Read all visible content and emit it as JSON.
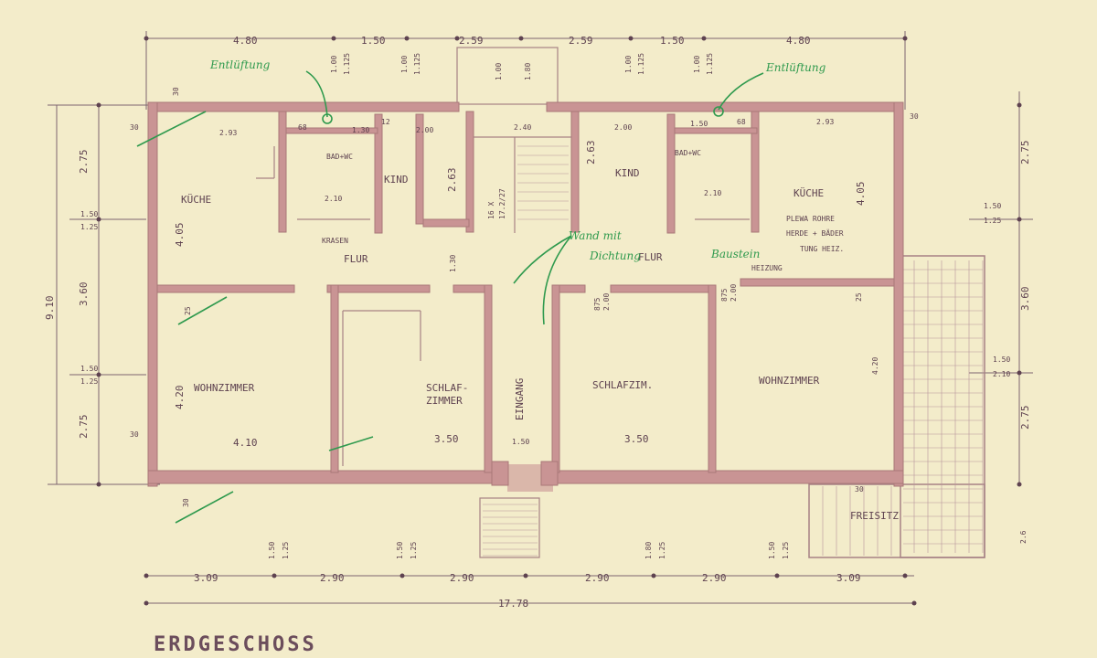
{
  "title": "ERDGESCHOSS",
  "rooms": {
    "kueche_left": "KÜCHE",
    "bad_left": "BAD+WC",
    "kind_left": "KIND",
    "kind_right": "KIND",
    "bad_right": "BAD+WC",
    "kueche_right": "KÜCHE",
    "flur_left": "FLUR",
    "flur_right": "FLUR",
    "wohn_left": "WOHNZIMMER",
    "schlaf_left_1": "SCHLAF-",
    "schlaf_left_2": "ZIMMER",
    "eingang": "EINGANG",
    "schlaf_right": "SCHLAFZIM.",
    "wohn_right": "WOHNZIMMER",
    "freisitz": "FREISITZ",
    "kueche_note_1": "PLEWA ROHRE",
    "kueche_note_2": "HERDE + BÄDER",
    "kueche_note_3": "TUNG HEIZ.",
    "kueche_note_4": "HEIZUNG",
    "krasen": "KRASEN"
  },
  "annotations": {
    "entlueftung_left": "Entlüftung",
    "entlueftung_right": "Entlüftung",
    "wand_1": "Wand mit",
    "wand_2": "Dichtung",
    "baustein": "Baustein"
  },
  "dims_top": {
    "d1": "4.80",
    "d2": "1.50",
    "d3": "2.59",
    "d4": "2.59",
    "d5": "1.50",
    "d6": "4.80",
    "v1a": "1.00",
    "v1b": "1.125",
    "v2a": "1.00",
    "v2b": "1.125",
    "v3a": "1.00",
    "v3b": "1.125",
    "v4a": "1.00",
    "v4b": "1.125",
    "stair_a": "1.00",
    "stair_b": "1.80"
  },
  "dims_left": {
    "a": "2.75",
    "b1": "1.50",
    "b2": "1.25",
    "c": "3.60",
    "d1": "1.50",
    "d2": "1.25",
    "e": "2.75",
    "total": "9.10"
  },
  "dims_right": {
    "a": "2.75",
    "b1": "1.50",
    "b2": "1.25",
    "c": "3.60",
    "d1": "1.50",
    "d2": "2.10",
    "e": "2.75",
    "f": "2.6"
  },
  "dims_bottom": {
    "a": "3.09",
    "b": "2.90",
    "c": "2.90",
    "d": "2.90",
    "e": "2.90",
    "f": "3.09",
    "total": "17.78",
    "v1a": "1.50",
    "v1b": "1.25",
    "v2a": "1.50",
    "v2b": "1.25",
    "v3a": "1.80",
    "v3b": "1.25",
    "v4a": "1.50",
    "v4b": "1.25"
  },
  "inner_dims": {
    "t30a": "30",
    "t30b": "30",
    "t30c": "30",
    "t30d": "30",
    "t30e": "30",
    "t30f": "30",
    "w293a": "2.93",
    "w293b": "2.93",
    "w68a": "68",
    "w68b": "68",
    "w130": "1.30",
    "w12": "12",
    "w200a": "2.00",
    "w200b": "2.00",
    "w240": "2.40",
    "w150b": "1.50",
    "h263a": "2.63",
    "h263b": "2.63",
    "h405a": "4.05",
    "h405b": "4.05",
    "w210a": "2.10",
    "w210b": "2.10",
    "h130": "1.30",
    "h420a": "4.20",
    "h420b": "4.20",
    "w410": "4.10",
    "w350a": "3.50",
    "w350b": "3.50",
    "w150": "1.50",
    "h25a": "25",
    "h25b": "25",
    "d875a": "875",
    "d875b": "875",
    "d200a": "2.00",
    "d200b": "2.00",
    "stair_n": "16 X",
    "stair_h": "17.2/27"
  },
  "colors": {
    "paper": "#f3ecca",
    "wall": "#c99494",
    "ink": "#5e4250",
    "green": "#2f9a4e"
  }
}
